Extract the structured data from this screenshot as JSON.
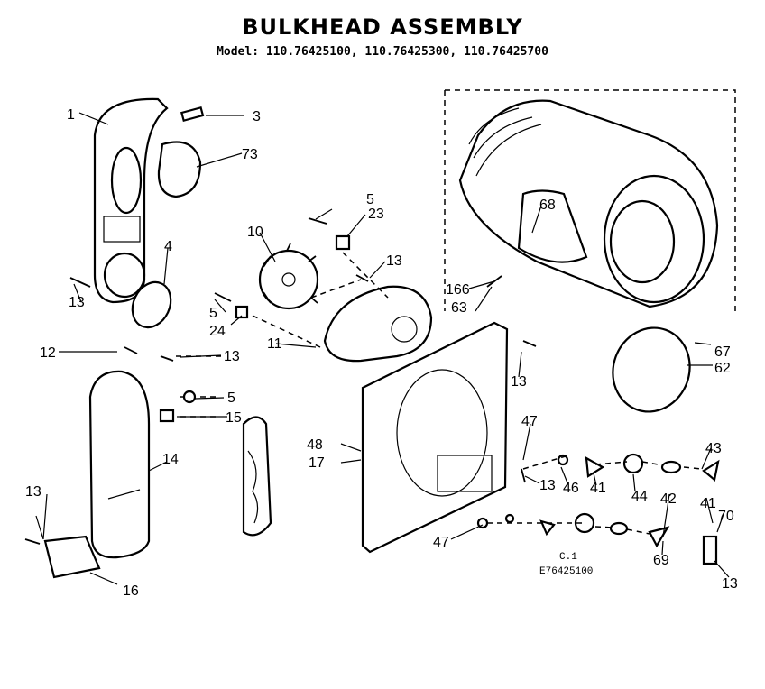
{
  "diagram": {
    "title": "BULKHEAD ASSEMBLY",
    "model_line": "Model:  110.76425100, 110.76425300, 110.76425700",
    "drawing_code_1": "C.1",
    "drawing_code_2": "E76425100",
    "callouts": {
      "c1": "1",
      "c3": "3",
      "c73": "73",
      "c4": "4",
      "c13a": "13",
      "c12": "12",
      "c13b": "13",
      "c10": "10",
      "c5a": "5",
      "c23": "23",
      "c13c": "13",
      "c5b": "5",
      "c24": "24",
      "c11": "11",
      "c166": "166",
      "c63": "63",
      "c68": "68",
      "c67": "67",
      "c62": "62",
      "c13d": "13",
      "c5c": "5",
      "c15": "15",
      "c14": "14",
      "c48": "48",
      "c17": "17",
      "c47a": "47",
      "c13e": "13",
      "c46": "46",
      "c41a": "41",
      "c44": "44",
      "c43": "43",
      "c42": "42",
      "c41b": "41",
      "c70": "70",
      "c69": "69",
      "c13f": "13",
      "c47b": "47",
      "c13g": "13",
      "c16": "16"
    }
  }
}
